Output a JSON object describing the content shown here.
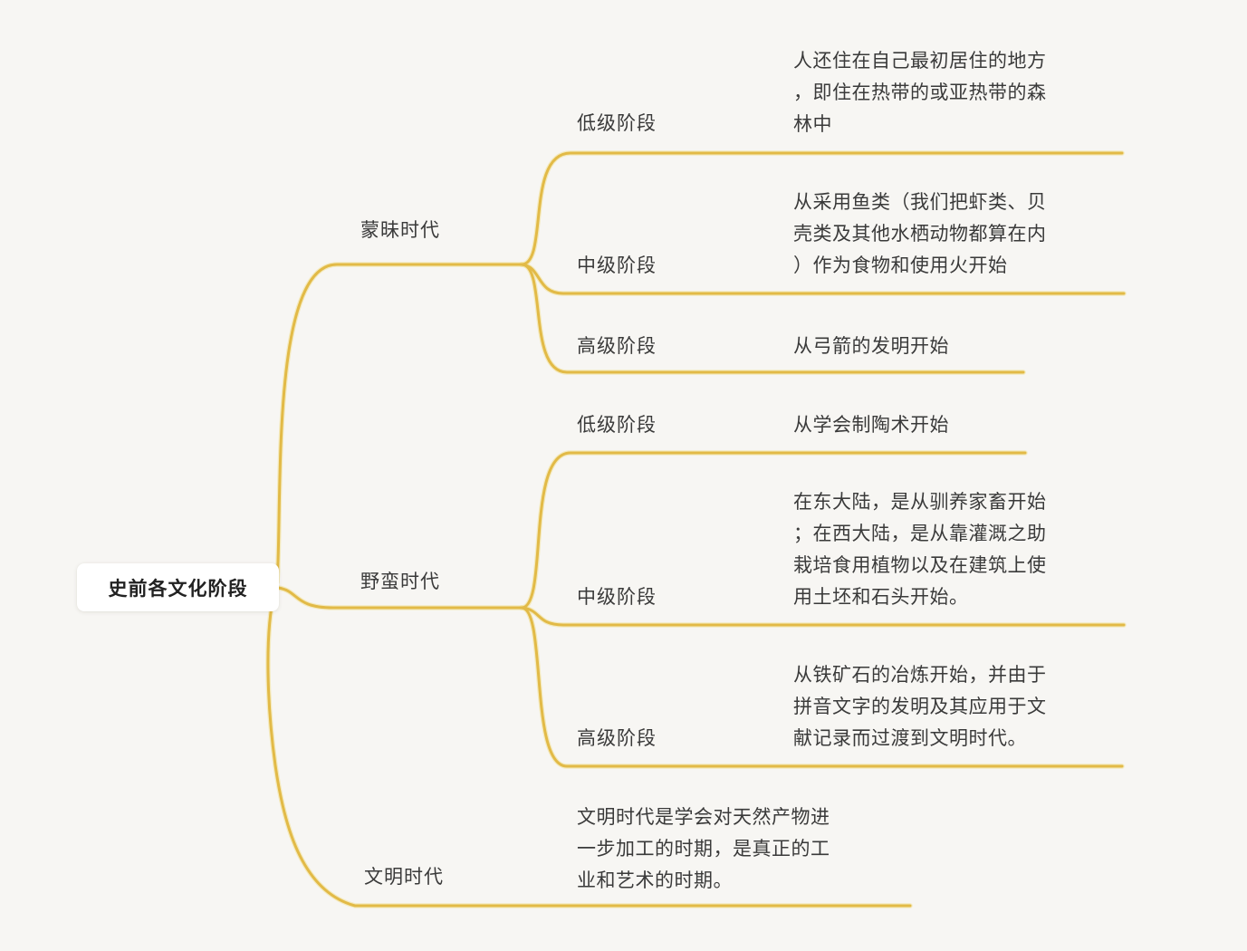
{
  "root": {
    "label": "史前各文化阶段"
  },
  "branches": [
    {
      "label": "蒙昧时代",
      "children": [
        {
          "stage": "低级阶段",
          "desc": "人还住在自己最初居住的地方\n，即住在热带的或亚热带的森\n林中"
        },
        {
          "stage": "中级阶段",
          "desc": "从采用鱼类（我们把虾类、贝\n壳类及其他水栖动物都算在内\n）作为食物和使用火开始"
        },
        {
          "stage": "高级阶段",
          "desc": "从弓箭的发明开始"
        }
      ]
    },
    {
      "label": "野蛮时代",
      "children": [
        {
          "stage": "低级阶段",
          "desc": "从学会制陶术开始"
        },
        {
          "stage": "中级阶段",
          "desc": "在东大陆，是从驯养家畜开始\n；在西大陆，是从靠灌溉之助\n栽培食用植物以及在建筑上使\n用土坯和石头开始。"
        },
        {
          "stage": "高级阶段",
          "desc": "从铁矿石的冶炼开始，并由于\n拼音文字的发明及其应用于文\n献记录而过渡到文明时代。"
        }
      ]
    },
    {
      "label": "文明时代",
      "desc": "文明时代是学会对天然产物进\n一步加工的时期，是真正的工\n业和艺术的时期。"
    }
  ],
  "colors": {
    "line": "#e2ba47",
    "background": "#f7f6f3",
    "text": "#3a3a3a"
  }
}
